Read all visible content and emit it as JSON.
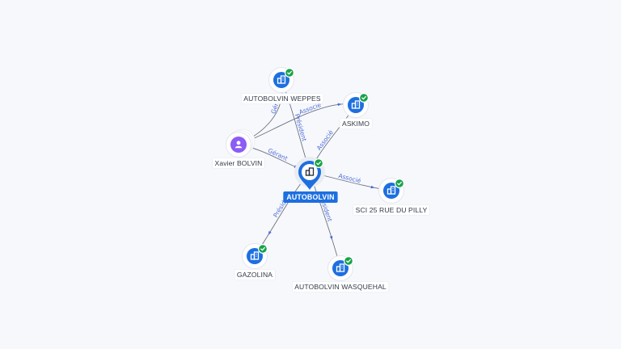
{
  "graph": {
    "center": {
      "label": "AUTOBOLVIN",
      "icon": "building-icon",
      "verified": true
    },
    "nodes": [
      {
        "id": "weppes",
        "label": "AUTOBOLVIN WEPPES",
        "type": "company",
        "icon": "building-icon",
        "verified": true
      },
      {
        "id": "askimo",
        "label": "ASKIMO",
        "type": "company",
        "icon": "building-icon",
        "verified": true
      },
      {
        "id": "xavier",
        "label": "Xavier BOLVIN",
        "type": "person",
        "icon": "user-icon",
        "verified": false
      },
      {
        "id": "sci",
        "label": "SCI 25 RUE DU PILLY",
        "type": "company",
        "icon": "building-icon",
        "verified": true
      },
      {
        "id": "gazolina",
        "label": "GAZOLINA",
        "type": "company",
        "icon": "building-icon",
        "verified": true
      },
      {
        "id": "wasquehal",
        "label": "AUTOBOLVIN WASQUEHAL",
        "type": "company",
        "icon": "building-icon",
        "verified": true
      }
    ],
    "edges": [
      {
        "from": "center",
        "to": "weppes",
        "label": "Président"
      },
      {
        "from": "center",
        "to": "askimo",
        "label": "Associé"
      },
      {
        "from": "xavier",
        "to": "center",
        "label": "Gérant"
      },
      {
        "from": "center",
        "to": "sci",
        "label": "Associé"
      },
      {
        "from": "center",
        "to": "gazolina",
        "label": "Président"
      },
      {
        "from": "center",
        "to": "wasquehal",
        "label": "Président"
      },
      {
        "from": "xavier",
        "to": "weppes",
        "label": "Gérant"
      },
      {
        "from": "xavier",
        "to": "askimo",
        "label": "Associé"
      }
    ],
    "colors": {
      "company": "#1d6fe0",
      "person": "#8b5cf6",
      "verified": "#18a24a",
      "edge_label": "#4b6bd6",
      "background": "#f7f8fc"
    }
  }
}
